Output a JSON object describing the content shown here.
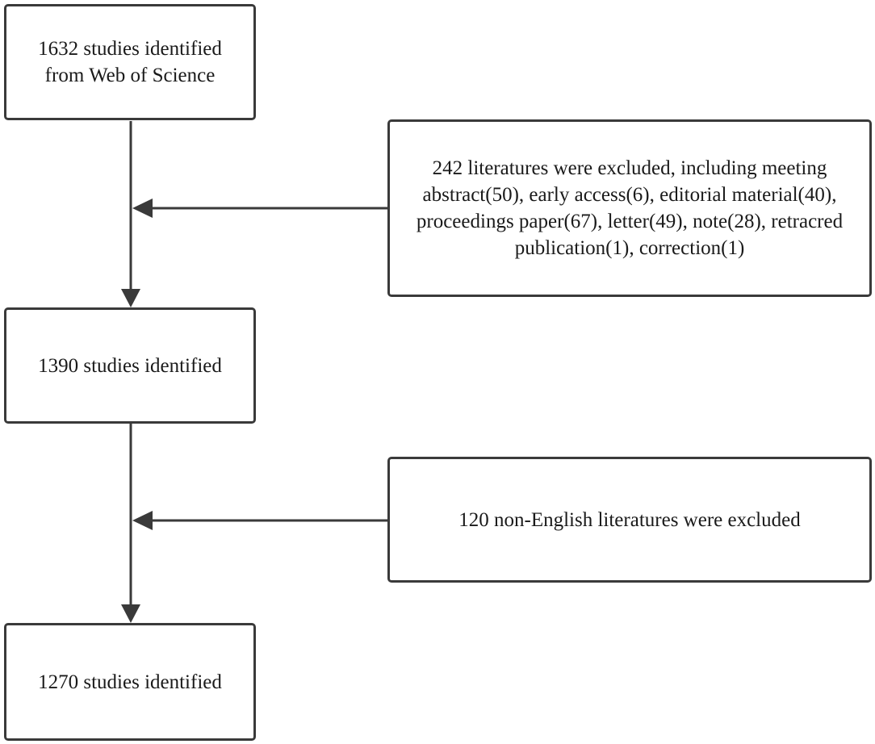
{
  "flowchart": {
    "steps": [
      {
        "label": "1632 studies identified\nfrom Web of Science"
      },
      {
        "label": "1390 studies identified"
      },
      {
        "label": "1270 studies identified"
      }
    ],
    "exclusions": [
      {
        "label": "242 literatures were excluded, including meeting\nabstract(50), early access(6), editorial material(40),\nproceedings paper(67), letter(49), note(28),  retracred\npublication(1), correction(1)"
      },
      {
        "label": "120 non-English literatures were excluded"
      }
    ],
    "line_color": "#3a3a3a"
  }
}
